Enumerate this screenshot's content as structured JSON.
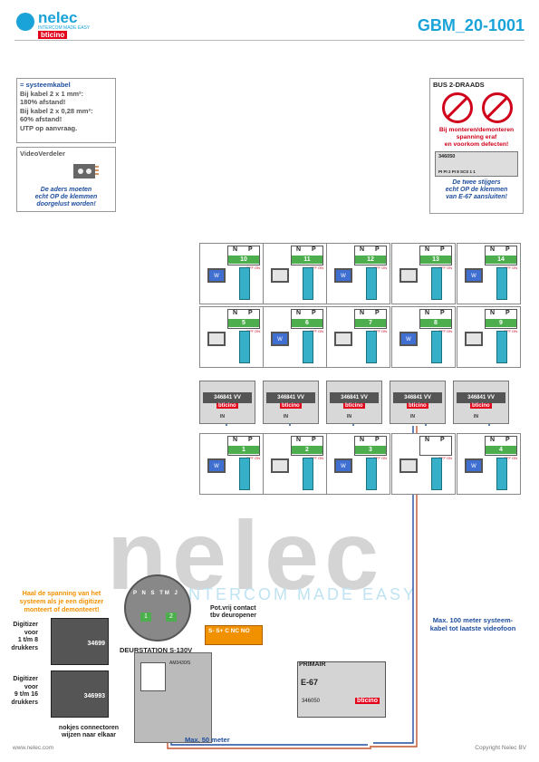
{
  "header": {
    "brand": "nelec",
    "brand_tagline": "INTERCOM MADE EASY",
    "partner_brand": "bticino",
    "doc_id": "GBM_20-1001"
  },
  "systeemkabel": {
    "title": "= systeemkabel",
    "lines": [
      "Bij kabel 2 x 1 mm²:",
      "180% afstand!",
      "Bij kabel 2 x 0,28 mm²:",
      "60% afstand!",
      "UTP op aanvraag."
    ]
  },
  "videoverdeler": {
    "title": "VideoVerdeler",
    "note": [
      "De aders moeten",
      "echt OP de klemmen",
      "doorgelust worden!"
    ]
  },
  "bus": {
    "title": "BUS 2-DRAADS",
    "warning": [
      "Bij monteren/demonteren",
      "spanning eraf",
      "en voorkom defecten!"
    ],
    "device_code": "346050",
    "device_terminals": "PI PI 2 PI 8 SCS 1 1",
    "note": [
      "De twee stijgers",
      "echt OP de klemmen",
      "van E-67 aansluiten!"
    ]
  },
  "monitor_module": {
    "n_label": "N",
    "p_label": "P",
    "off_on": "OFF ON",
    "screen_letter": "W"
  },
  "rows": [
    [
      "10",
      "11",
      "12",
      "13",
      "14"
    ],
    [
      "5",
      "6",
      "7",
      "8",
      "9"
    ],
    [
      "1",
      "2",
      "3",
      "",
      "4"
    ]
  ],
  "videoverdeler_units": {
    "label": "346841  VV",
    "brand": "bticino",
    "count_label": "IN"
  },
  "watermark": {
    "name": "nelec",
    "tagline": "INTERCOM MADE EASY"
  },
  "left_notes": {
    "orange": [
      "Haal de spanning van het",
      "systeem als je een digitizer",
      "monteert of demonteert!"
    ],
    "digitizer1_label": [
      "Digitizer",
      "voor",
      "1 t/m 8",
      "drukkers"
    ],
    "digitizer2_label": [
      "Digitizer",
      "voor",
      "9 t/m 16",
      "drukkers"
    ],
    "digitizer1_num": "34699",
    "digitizer2_num": "346993",
    "nokjes": [
      "nokjes connectoren",
      "wijzen naar elkaar"
    ]
  },
  "zoom": {
    "header": "P N S TM J",
    "n1": "1",
    "n2": "2"
  },
  "deurstation": {
    "title": "DEURSTATION S-130V",
    "code": "AM3430/S"
  },
  "contact": {
    "label": [
      "Pot.vrij contact",
      "tbv deuropener"
    ],
    "terminals": "S- S+ C NC NO"
  },
  "e67": {
    "primair": "PRIMAIR",
    "label": "E-67",
    "code": "346050",
    "brand": "bticino"
  },
  "distances": {
    "max100": [
      "Max. 100 meter systeem-",
      "kabel tot laatste videofoon"
    ],
    "max50": "Max. 50 meter"
  },
  "footer": {
    "left": "www.nelec.com",
    "right": "Copyright Nelec BV"
  }
}
